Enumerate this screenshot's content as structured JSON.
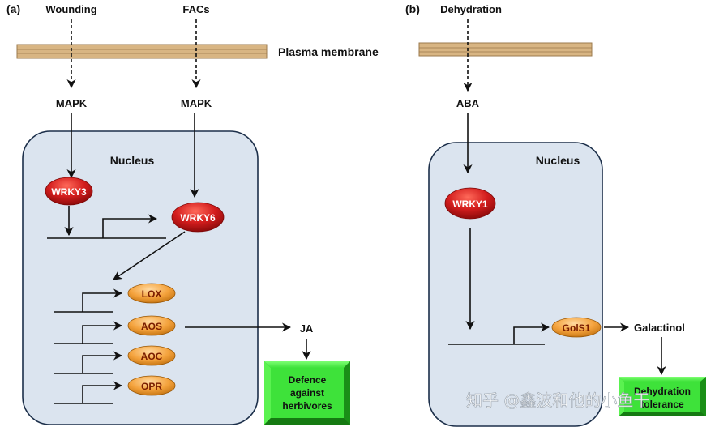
{
  "panel_a": {
    "label": "(a)",
    "signal_wounding": "Wounding",
    "signal_facs": "FACs",
    "membrane_label": "Plasma membrane",
    "mapk_left": "MAPK",
    "mapk_right": "MAPK",
    "nucleus_label": "Nucleus",
    "wrky3": "WRKY3",
    "wrky6": "WRKY6",
    "genes": [
      "LOX",
      "AOS",
      "AOC",
      "OPR"
    ],
    "ja": "JA",
    "output_box": {
      "line1": "Defence",
      "line2": "against",
      "line3": "herbivores"
    }
  },
  "panel_b": {
    "label": "(b)",
    "signal": "Dehydration",
    "aba": "ABA",
    "nucleus_label": "Nucleus",
    "wrky1": "WRKY1",
    "gene": "GolS1",
    "product": "Galactinol",
    "output_box": {
      "line1": "Dehydration",
      "line2": "tolerance"
    }
  },
  "watermark": "知乎 @鑫波和他的小鱼干",
  "colors": {
    "nucleus_fill": "#dbe4ef",
    "membrane": "#d8b583",
    "wrky_red": "#d31d1d",
    "gene_orange": "#f4a23c",
    "output_green": "#3ee23a"
  }
}
